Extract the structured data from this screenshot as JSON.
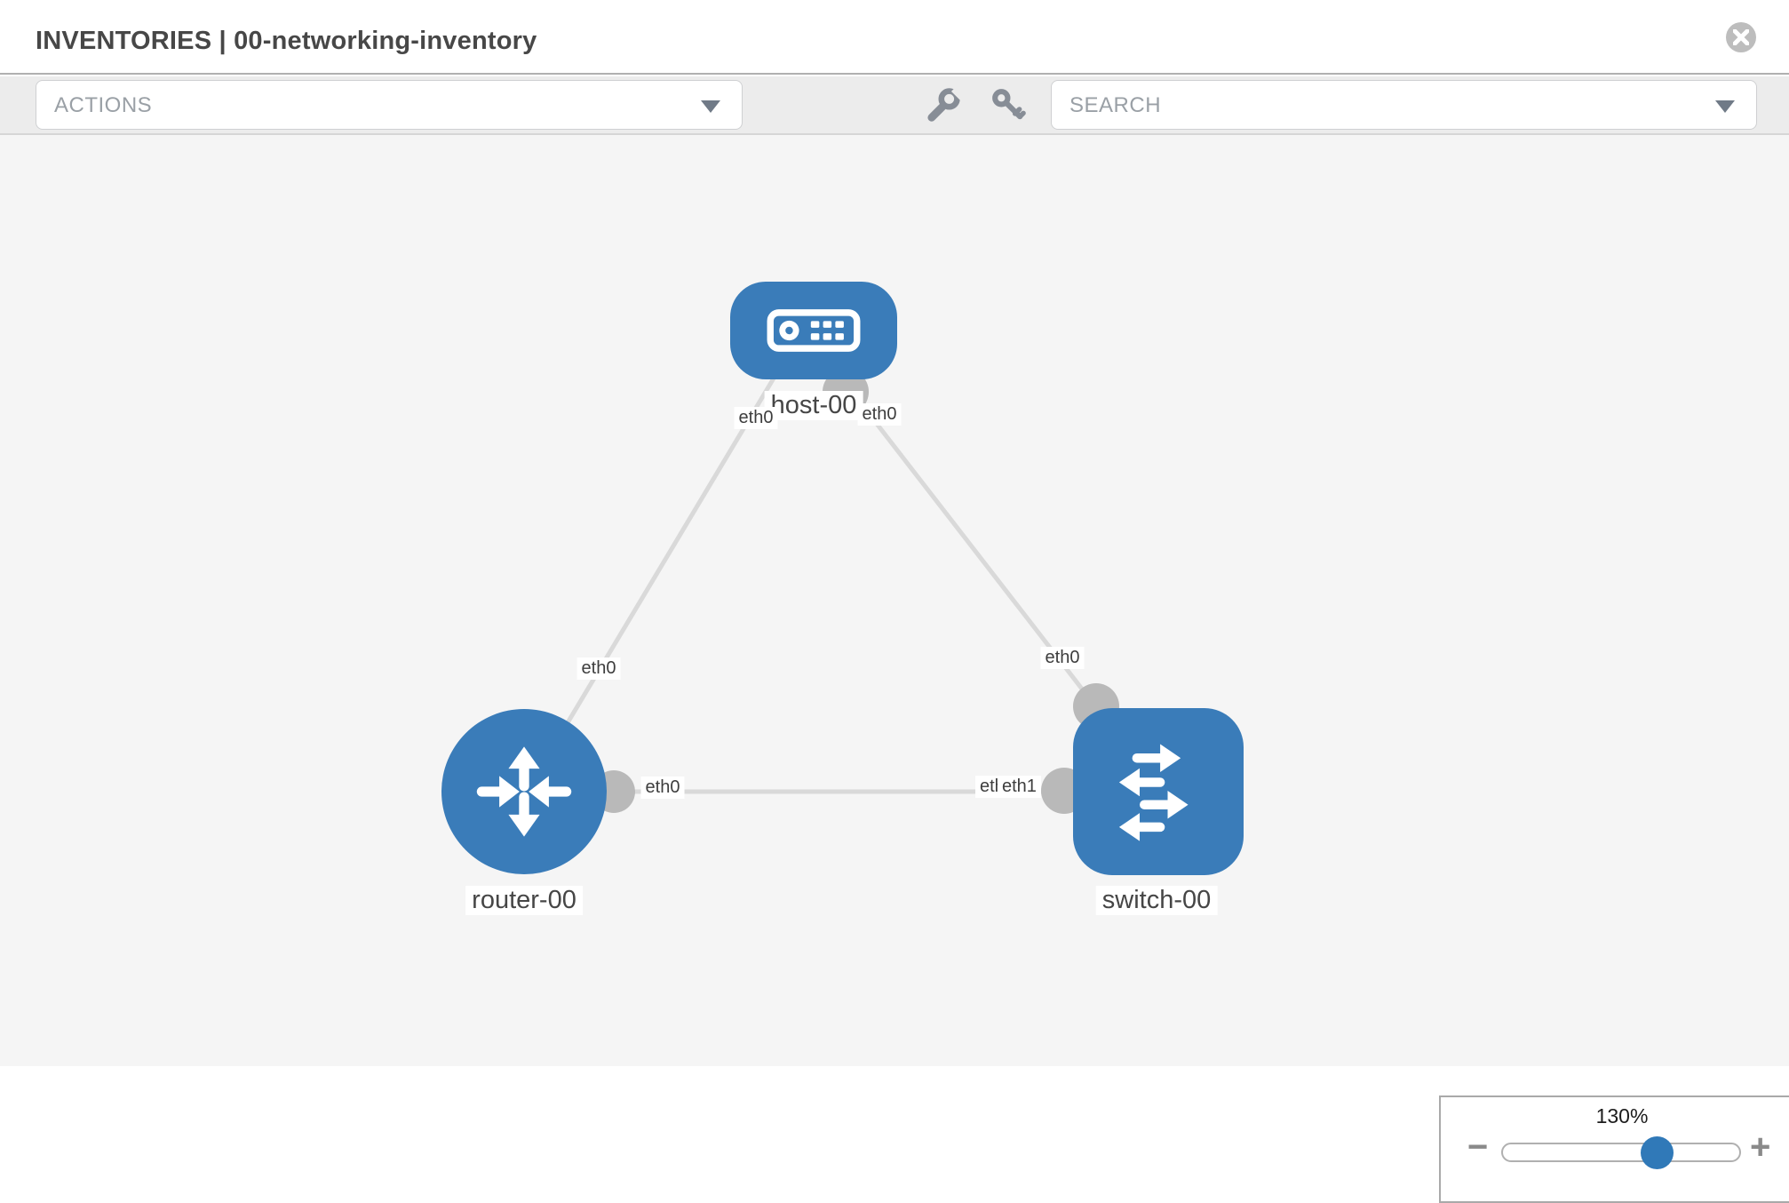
{
  "window": {
    "title": "INVENTORIES | 00-networking-inventory"
  },
  "toolbar": {
    "actions": {
      "label": "ACTIONS"
    },
    "search": {
      "label": "SEARCH"
    },
    "tools": [
      {
        "icon": "wrench-icon"
      },
      {
        "icon": "key-icon"
      }
    ]
  },
  "diagram": {
    "nodes": [
      {
        "label": "host-00",
        "type": "host"
      },
      {
        "label": "router-00",
        "type": "router"
      },
      {
        "label": "switch-00",
        "type": "switch"
      }
    ],
    "links": [
      {
        "from": "host-00",
        "from_iface": "eth0",
        "to": "router-00",
        "to_iface": "eth0"
      },
      {
        "from": "host-00",
        "from_iface": "eth0",
        "to": "switch-00",
        "to_iface": "eth0"
      },
      {
        "from": "router-00",
        "from_iface": "eth0",
        "to": "switch-00",
        "to_iface": "eth1"
      }
    ],
    "iface_labels": [
      {
        "text": "eth0"
      },
      {
        "text": "eth0"
      },
      {
        "text": "eth0"
      },
      {
        "text": "eth0"
      },
      {
        "text": "eth0"
      },
      {
        "text": "eth0"
      },
      {
        "text": "eth1"
      }
    ]
  },
  "zoom_control": {
    "level": "130%",
    "minus": "−",
    "plus": "+"
  },
  "colors": {
    "node_blue": "#3a7cb9",
    "edge_gray": "#d9d9d9",
    "port_gray": "#b9b9b9",
    "accent": "#3079b8"
  }
}
